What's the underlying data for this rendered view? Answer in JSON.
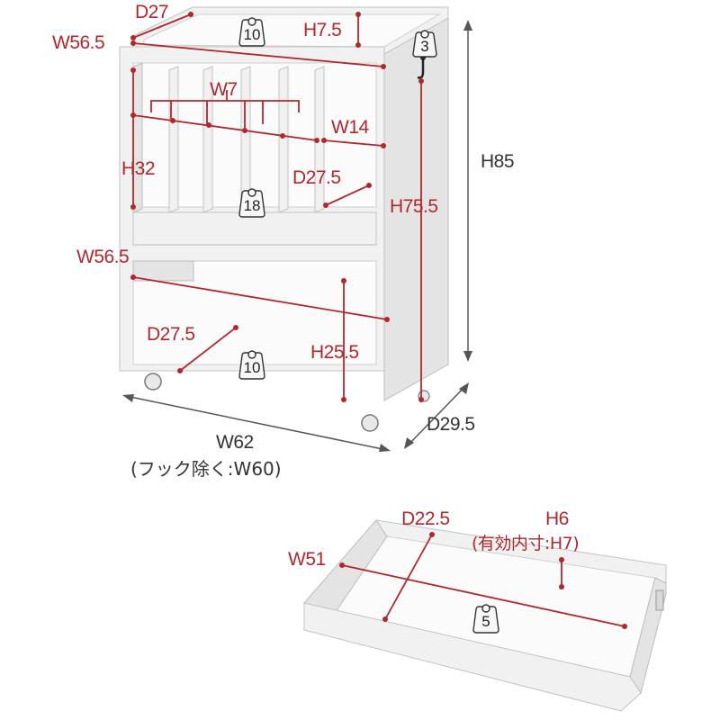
{
  "labels": {
    "top_depth": "D27",
    "top_width": "W56.5",
    "top_height": "H7.5",
    "divider_width": "W7",
    "slot_width": "W14",
    "slot_height": "H32",
    "slot_depth": "D27.5",
    "inner_height": "H75.5",
    "total_height": "H85",
    "shelf_width": "W56.5",
    "shelf_depth": "D27.5",
    "shelf_height": "H25.5",
    "total_width": "W62",
    "total_width_note": "(フック除く:W60)",
    "total_depth": "D29.5",
    "drawer_depth": "D22.5",
    "drawer_height": "H6",
    "drawer_height_note": "(有効内寸:H7)",
    "drawer_width": "W51"
  },
  "weights": {
    "top": "10",
    "hook": "3",
    "slots": "18",
    "bottom": "10",
    "drawer": "5"
  },
  "colors": {
    "dimension": "#b0282e",
    "panel": "#f1f1f1",
    "text": "#333333"
  },
  "icons": [
    "weight-icon",
    "hook-icon",
    "caster-icon"
  ]
}
